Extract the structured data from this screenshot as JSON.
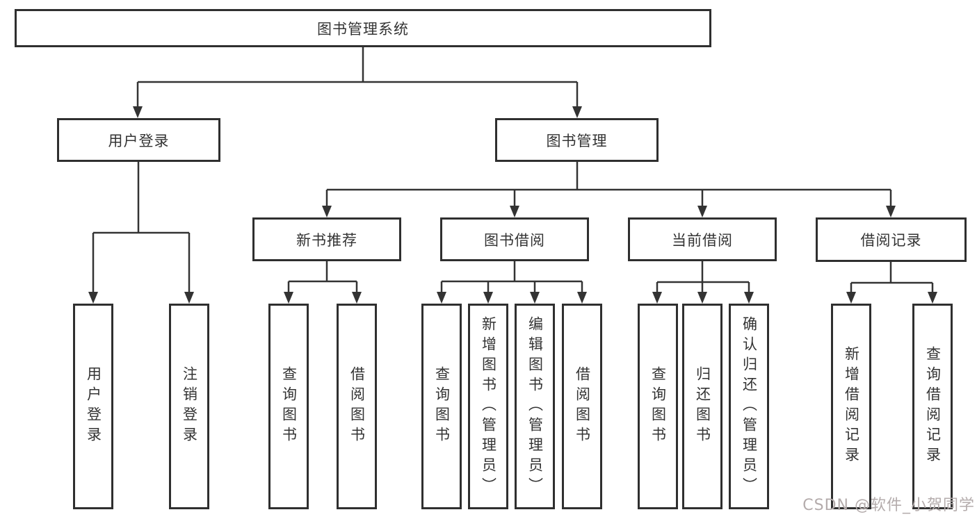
{
  "tree": {
    "label": "图书管理系统",
    "children": [
      {
        "label": "用户登录",
        "children": [
          {
            "label": "用户登录"
          },
          {
            "label": "注销登录"
          }
        ]
      },
      {
        "label": "图书管理",
        "children": [
          {
            "label": "新书推荐",
            "children": [
              {
                "label": "查询图书"
              },
              {
                "label": "借阅图书"
              }
            ]
          },
          {
            "label": "图书借阅",
            "children": [
              {
                "label": "查询图书"
              },
              {
                "label": "新增图书（管理员）"
              },
              {
                "label": "编辑图书（管理员）"
              },
              {
                "label": "借阅图书"
              }
            ]
          },
          {
            "label": "当前借阅",
            "children": [
              {
                "label": "查询图书"
              },
              {
                "label": "归还图书"
              },
              {
                "label": "确认归还（管理员）"
              }
            ]
          },
          {
            "label": "借阅记录",
            "children": [
              {
                "label": "新增借阅记录"
              },
              {
                "label": "查询借阅记录"
              }
            ]
          }
        ]
      }
    ]
  },
  "watermark": {
    "text": "CSDN @软件_小贺同学"
  },
  "colors": {
    "background": "#ffffff",
    "line": "#333333",
    "box_border": "#2f2f2f",
    "text": "#333333",
    "watermark": "#b4acac"
  }
}
